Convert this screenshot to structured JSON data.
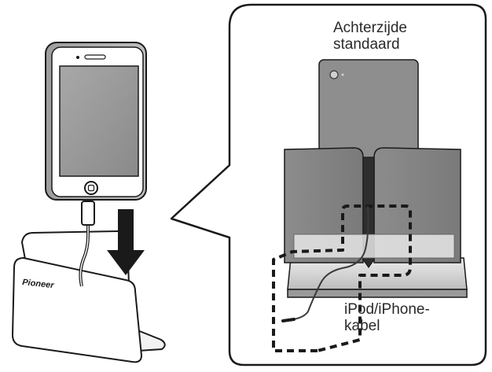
{
  "labels": {
    "back_stand": [
      "Achterzijde",
      "standaard"
    ],
    "cable": [
      "iPod/iPhone-",
      "kabel"
    ]
  },
  "brand": {
    "logo_text": "Pioneer"
  },
  "colors": {
    "outline": "#1a1a1a",
    "stand_gray": "#8a8a8a",
    "stand_dark": "#6a6a6a",
    "light_gray": "#d8d8d8",
    "screen": "#9a9a9a",
    "arrow": "#1a1a1a"
  },
  "icons": [
    "insert-arrow-icon",
    "home-button-icon"
  ]
}
